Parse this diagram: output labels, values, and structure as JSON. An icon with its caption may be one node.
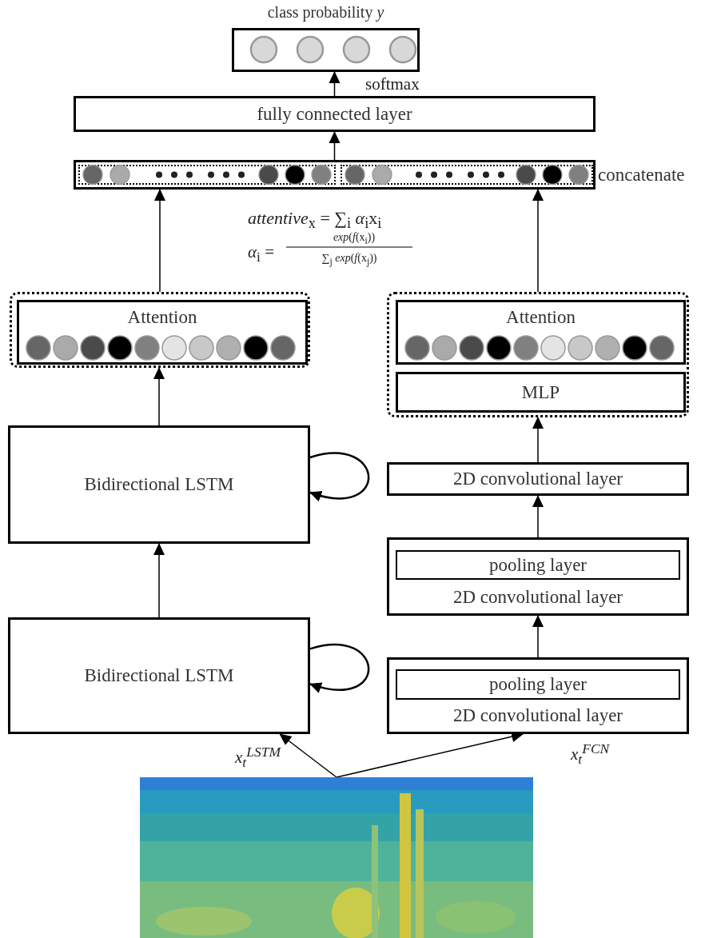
{
  "diagram": {
    "nodes": [
      {
        "text": [
          "class probability *y*"
        ]
      },
      {
        "text": [
          "fully connected layer"
        ]
      },
      {
        "text": [
          "concatenate"
        ]
      },
      {
        "text": [],
        "shape": "box"
      },
      {
        "text": [
          "Attention"
        ],
        "in": 3
      },
      {
        "text": [],
        "shape": "box"
      },
      {
        "text": [
          "Attention"
        ],
        "in": 5
      },
      {
        "text": [
          "MLP"
        ],
        "in": 5
      },
      {
        "text": [
          "Bidirectional LSTM"
        ]
      },
      {
        "text": [
          "2D convolutional layer"
        ]
      },
      {
        "text": [
          "2D convolutional layer"
        ]
      },
      {
        "text": [
          "pooling layer"
        ],
        "in": 10
      },
      {
        "text": [
          "Bidirectional LSTM"
        ]
      },
      {
        "text": [
          "2D convolutional layer"
        ]
      },
      {
        "text": [
          "pooling layer"
        ],
        "in": 13
      },
      {
        "text": [],
        "shape": "picture"
      }
    ],
    "edges": [
      {
        "from": 1,
        "to": 0,
        "arrow": "to",
        "label": "softmax"
      },
      {
        "from": 2,
        "to": 1,
        "arrow": "to"
      },
      {
        "from": 3,
        "to": 2,
        "arrow": "to"
      },
      {
        "from": 5,
        "to": 2,
        "arrow": "to"
      },
      {
        "from": 8,
        "to": 3,
        "arrow": "to"
      },
      {
        "from": 9,
        "to": 5,
        "arrow": "to"
      },
      {
        "from": 10,
        "to": 9,
        "arrow": "to"
      },
      {
        "from": 13,
        "to": 10,
        "arrow": "to"
      },
      {
        "from": 12,
        "to": 8,
        "arrow": "to"
      },
      {
        "from": 8,
        "to": 8,
        "arrow": "to"
      },
      {
        "from": 12,
        "to": 12,
        "arrow": "to"
      },
      {
        "from": 15,
        "to": 12,
        "arrow": "to",
        "label": "x$_{t}$$^{LSTM}$"
      },
      {
        "from": 15,
        "to": 13,
        "arrow": "to",
        "label": "x$_{t}$$^{FCN}$"
      }
    ],
    "labels": [
      "*attentive*$_{x}$ = ∑$_{i}$ *α*$_{i}$x$_{i}$",
      "*α*$_{i}$ =",
      "*exp*(*f*(x$_{i}$))",
      "∑$_{j}$ *exp*(*f*(x$_{j}$))"
    ]
  }
}
